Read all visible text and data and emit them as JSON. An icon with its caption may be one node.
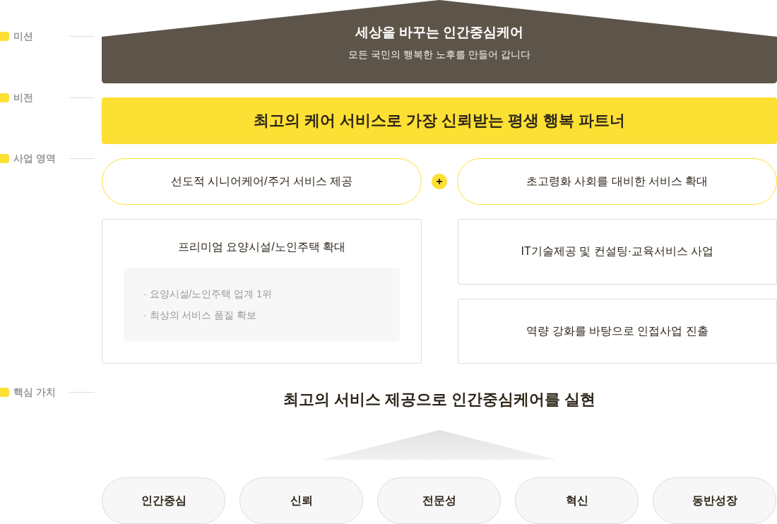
{
  "diagram": {
    "nodes": [
      {
        "text": [
          "세상을 바꾸는 인간중심케어",
          "모든 국민의 행복한 노후를 만들어 갑니다"
        ]
      },
      {
        "text": [
          "최고의 케어 서비스로 가장 신뢰받는 평생 행복 파트너"
        ]
      },
      {
        "text": [
          "선도적 시니어케어/주거 서비스 제공"
        ]
      },
      {
        "text": [
          "초고령화 사회를 대비한 서비스 확대"
        ]
      },
      {
        "text": [
          "프리미엄 요양시설/노인주택 확대"
        ]
      },
      {
        "text": [
          "· 요양시설/노인주택 업계 1위",
          "· 최상의 서비스 품질 확보"
        ],
        "in": 4
      },
      {
        "text": [
          "IT기술제공 및 컨설팅·교육서비스 사업"
        ]
      },
      {
        "text": [
          "역량 강화를 바탕으로 인접사업 진출"
        ]
      },
      {
        "text": [],
        "shape": "triangle"
      },
      {
        "text": [
          "인간중심"
        ]
      },
      {
        "text": [
          "신뢰"
        ]
      },
      {
        "text": [
          "전문성"
        ]
      },
      {
        "text": [
          "혁신"
        ]
      },
      {
        "text": [
          "동반성장"
        ]
      }
    ],
    "labels": [
      "미션",
      "비전",
      "사업 영역",
      "핵심 가치",
      "최고의 서비스 제공으로 인간중심케어를 실현"
    ]
  }
}
